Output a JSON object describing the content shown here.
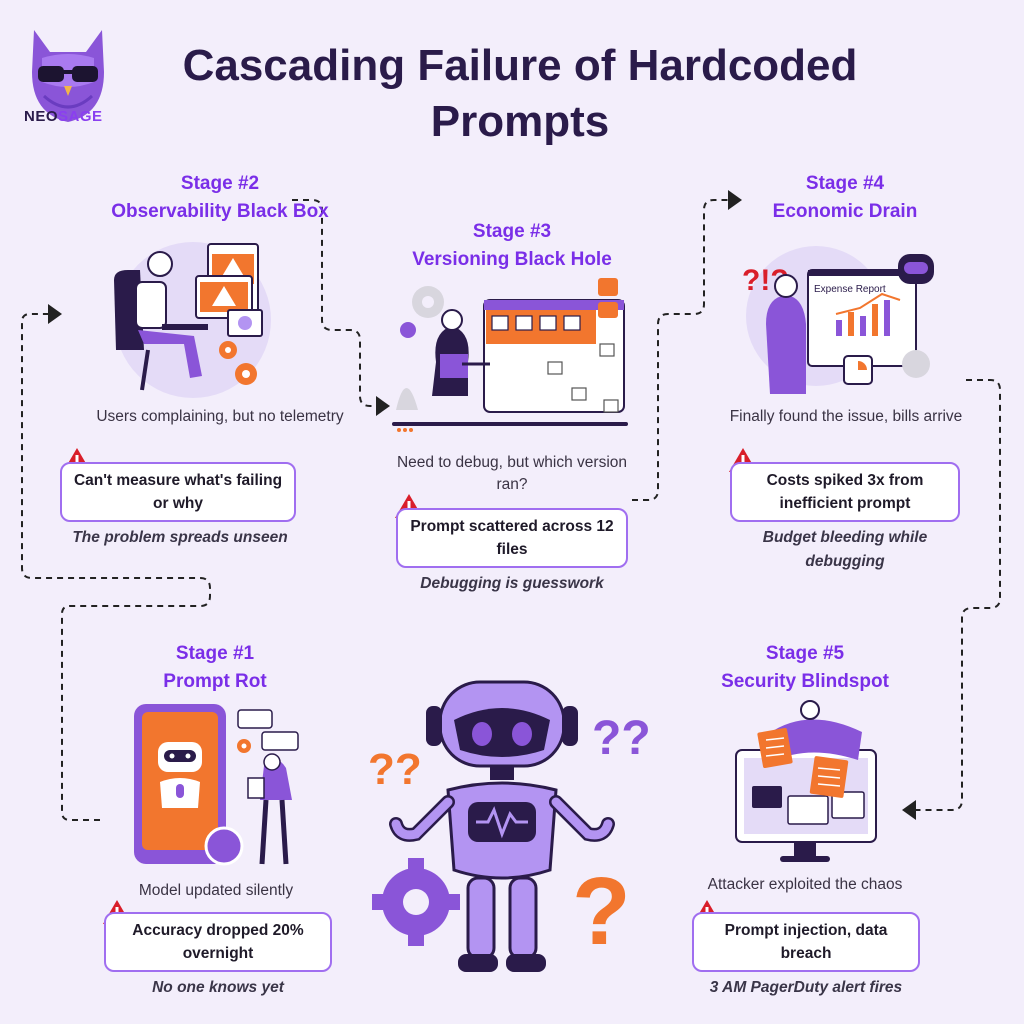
{
  "title": "Cascading Failure of Hardcoded Prompts",
  "logo": {
    "part1": "NEO",
    "part2": "SAGE"
  },
  "colors": {
    "accent": "#7a2ee8",
    "orange": "#f2762e",
    "lavender": "#b394f2",
    "dark": "#2a1b4a",
    "background": "#f3eefb"
  },
  "stages": {
    "s1": {
      "number": "Stage #1",
      "name": "Prompt Rot",
      "description": "Model updated silently",
      "alert": "Accuracy dropped 20% overnight",
      "consequence": "No one knows yet"
    },
    "s2": {
      "number": "Stage #2",
      "name": "Observability Black Box",
      "description": "Users complaining, but no telemetry",
      "alert": "Can't measure what's failing or why",
      "consequence": "The problem spreads unseen"
    },
    "s3": {
      "number": "Stage #3",
      "name": "Versioning Black Hole",
      "description": "Need to debug, but which version ran?",
      "alert": "Prompt scattered across 12 files",
      "consequence": "Debugging is guesswork"
    },
    "s4": {
      "number": "Stage #4",
      "name": "Economic Drain",
      "description": "Finally found the issue, bills arrive",
      "alert": "Costs spiked 3x from inefficient prompt",
      "consequence": "Budget bleeding while debugging",
      "chart_label": "Expense Report"
    },
    "s5": {
      "number": "Stage #5",
      "name": "Security Blindspot",
      "description": "Attacker exploited the chaos",
      "alert": "Prompt injection, data breach",
      "consequence": "3 AM PagerDuty alert fires"
    }
  },
  "icons": [
    "owl-logo-icon",
    "warning-icon",
    "robot-icon",
    "gear-icon",
    "question-mark-icon",
    "monitor-icon",
    "folder-icon",
    "chart-icon"
  ]
}
